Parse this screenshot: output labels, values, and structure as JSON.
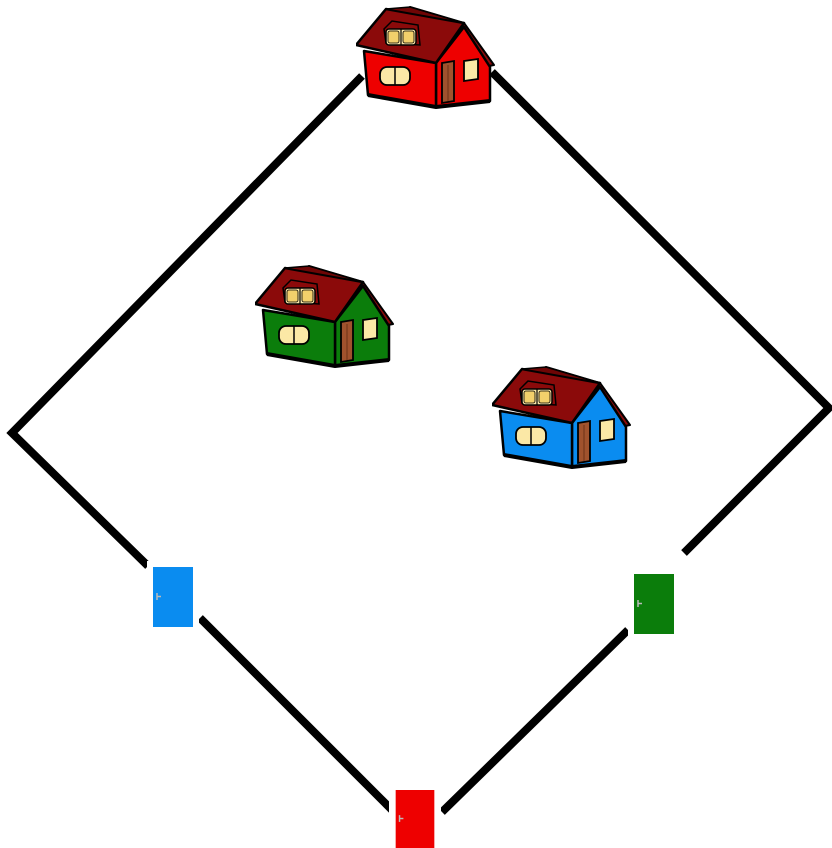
{
  "puzzle": {
    "houses": [
      {
        "id": "red-house",
        "color": "#ee0000",
        "icon": "house-icon"
      },
      {
        "id": "green-house",
        "color": "#0b7d0b",
        "icon": "house-icon"
      },
      {
        "id": "blue-house",
        "color": "#0a8cf0",
        "icon": "house-icon"
      }
    ],
    "doors": [
      {
        "id": "blue-door",
        "color": "#0a8cf0",
        "icon": "door-icon"
      },
      {
        "id": "green-door",
        "color": "#0b7d0b",
        "icon": "door-icon"
      },
      {
        "id": "red-door",
        "color": "#ee0000",
        "icon": "door-icon"
      }
    ],
    "colors": {
      "wall": "#000000",
      "roof": "#8b0a0a",
      "roof_edge": "#5a0000",
      "window": "#fbe8a6",
      "door_wood": "#a0522d"
    }
  }
}
